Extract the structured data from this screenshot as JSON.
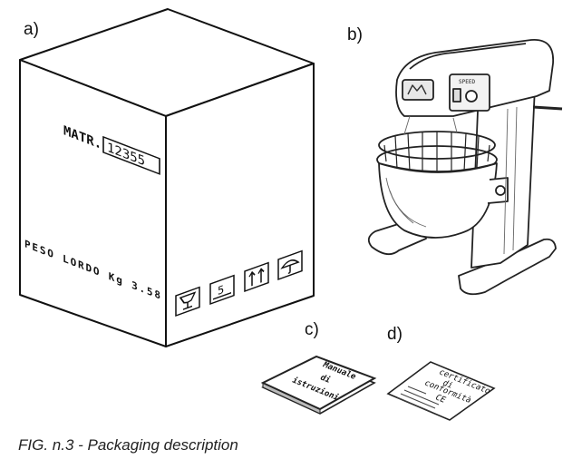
{
  "labels": {
    "a": "a)",
    "b": "b)",
    "c": "c)",
    "d": "d)"
  },
  "box": {
    "matr_label": "MATR.",
    "matr_value": "12355",
    "weight_text": "PESO LORDO Kg 3.58",
    "symbols": [
      "fragile-glass-icon",
      "stack-limit-icon",
      "this-way-up-icon",
      "keep-dry-umbrella-icon"
    ],
    "stack_limit": "5"
  },
  "manual": {
    "line1": "Manuale",
    "line2": "di",
    "line3": "istruzioni"
  },
  "certificate": {
    "line1": "certificato",
    "line2": "di",
    "line3": "conformità",
    "line4": "CE"
  },
  "mixer": {
    "speed_label": "SPEED"
  },
  "caption": "FIG. n.3 - Packaging description"
}
